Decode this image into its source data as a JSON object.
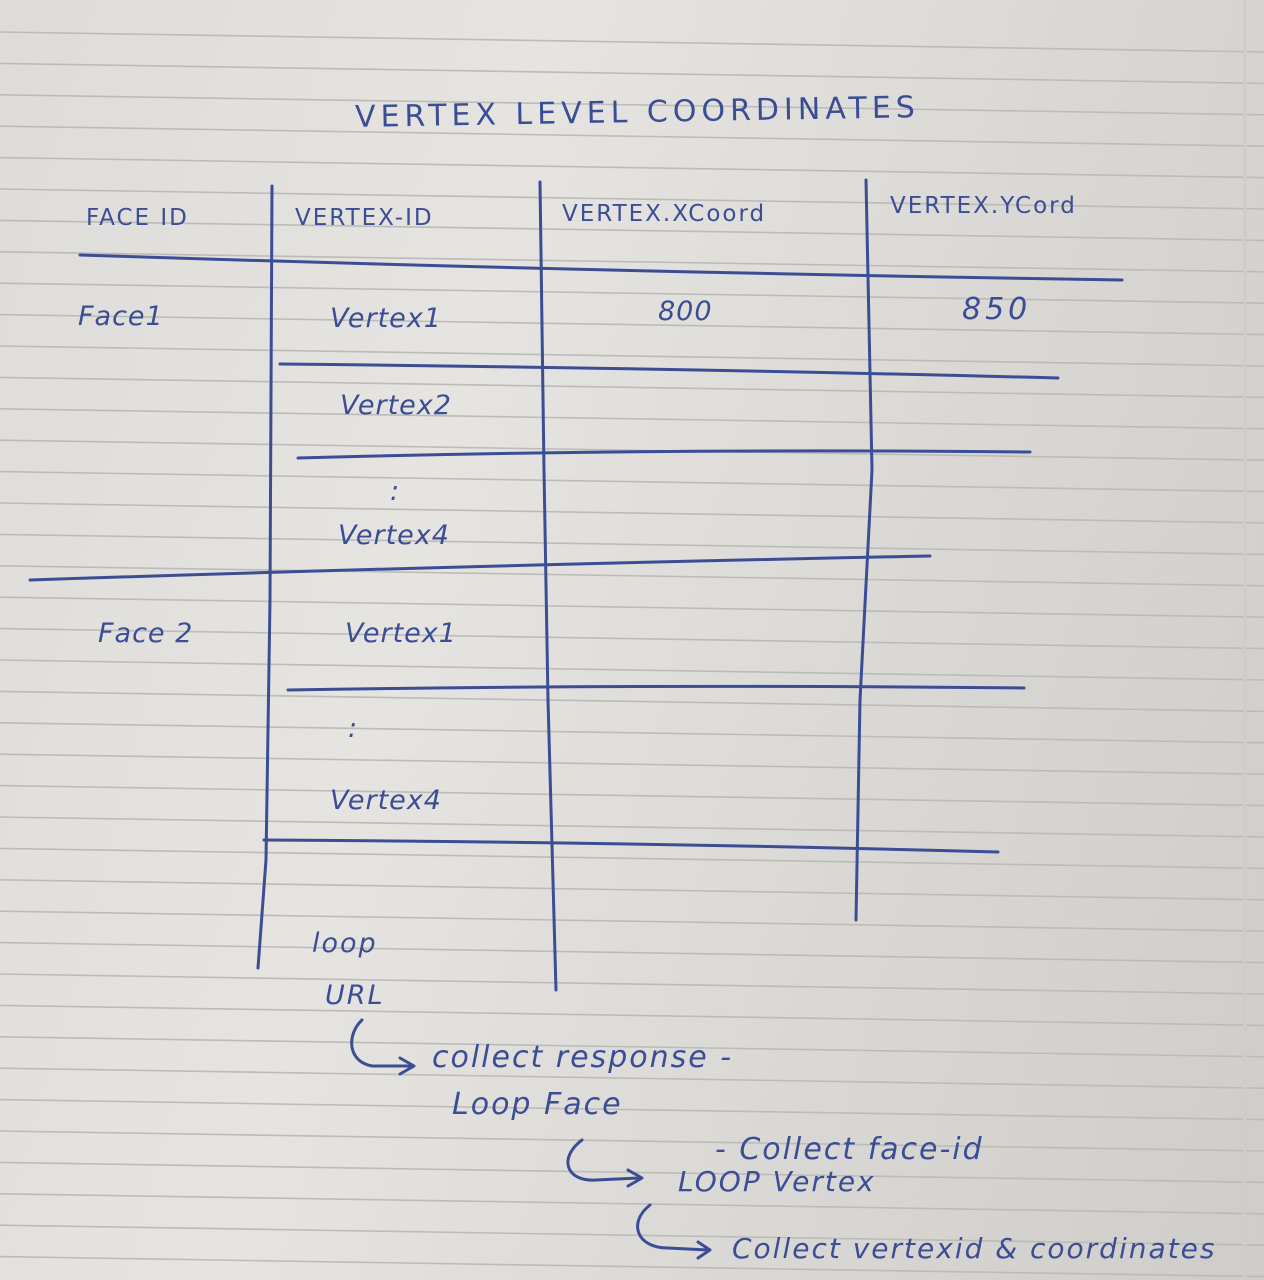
{
  "title": "VERTEX LEVEL COORDINATES",
  "columns": [
    "FACE ID",
    "VERTEX-ID",
    "VERTEX.XCoord",
    "VERTEX.YCord"
  ],
  "rows": [
    {
      "face": "Face1",
      "vertex": "Vertex1",
      "x": "800",
      "y": "850"
    },
    {
      "vertex": "Vertex2"
    },
    {
      "ellipsis": ":"
    },
    {
      "vertex": "Vertex4"
    },
    {
      "face": "Face 2",
      "vertex": "Vertex1"
    },
    {
      "ellipsis": ":"
    },
    {
      "vertex": "Vertex4"
    }
  ],
  "notes": {
    "loop": "loop",
    "url": "URL",
    "collect_response": "collect response -",
    "loop_face": "Loop Face",
    "collect_face_id": "- Collect face-id",
    "loop_vertex": "LOOP Vertex",
    "collect_vertex": "Collect vertexid & coordinates"
  },
  "colors": {
    "ink": "#3b4d94",
    "paper": "#e2e0dd",
    "rule": "#bdbbb8"
  }
}
